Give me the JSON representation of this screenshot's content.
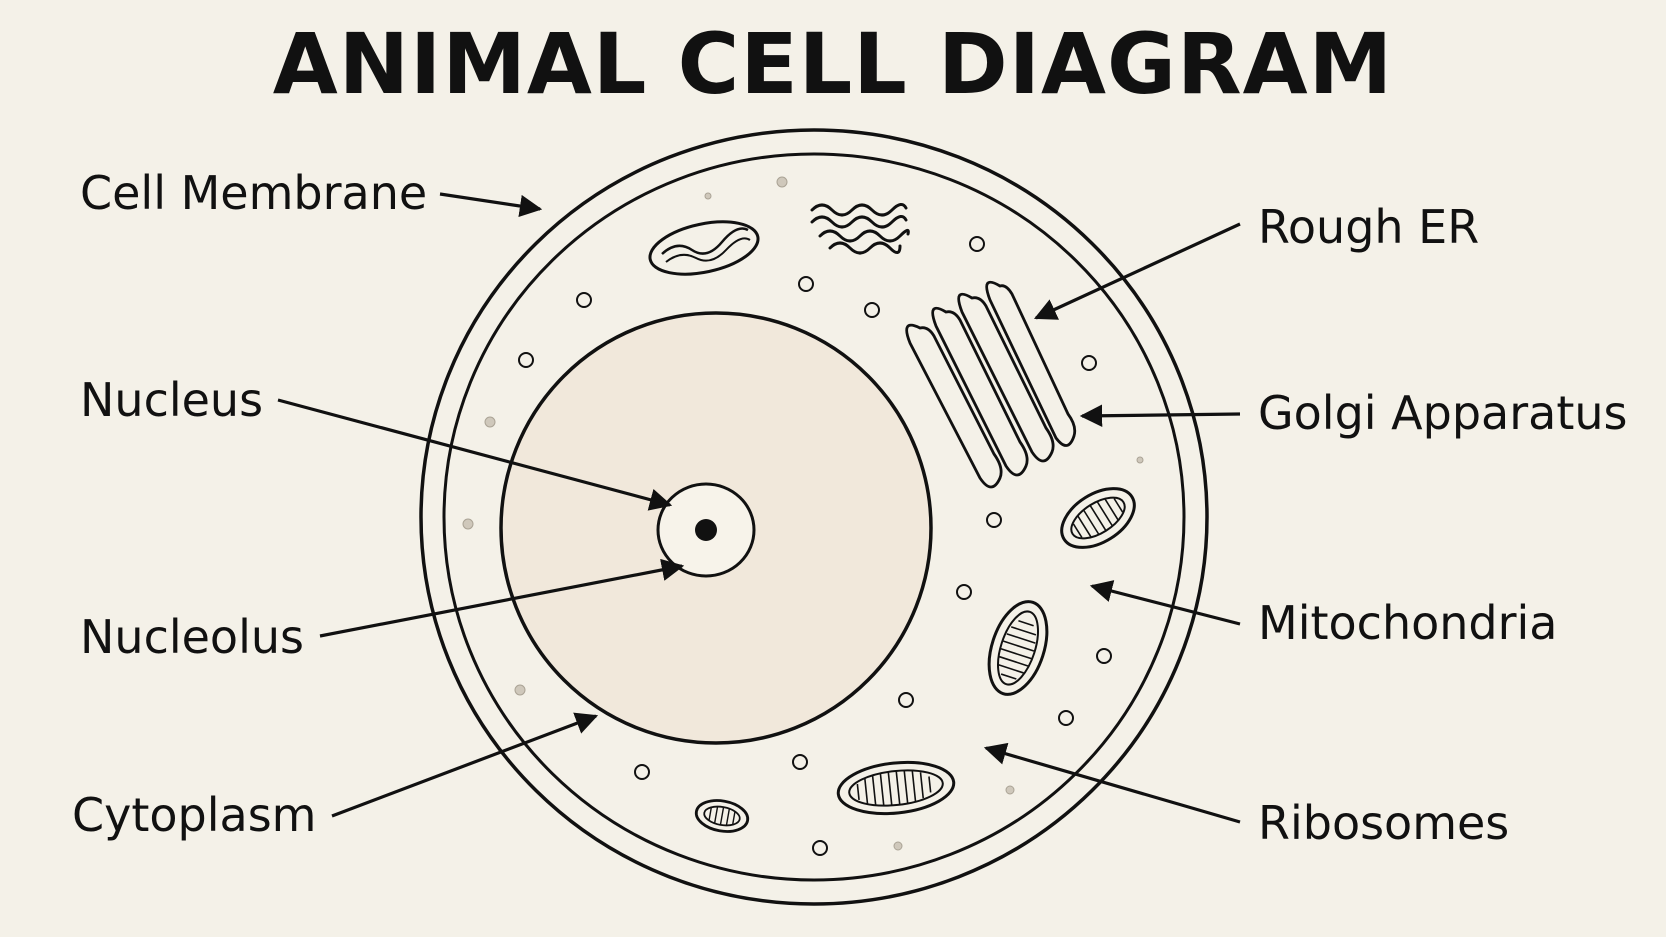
{
  "title": "ANIMAL CELL DIAGRAM",
  "labels": {
    "cell_membrane": "Cell Membrane",
    "nucleus": "Nucleus",
    "nucleolus": "Nucleolus",
    "cytoplasm": "Cytoplasm",
    "rough_er": "Rough ER",
    "golgi": "Golgi Apparatus",
    "mitochondria": "Mitochondria",
    "ribosomes": "Ribosomes"
  },
  "colors": {
    "background": "#f4f1e8",
    "cytoplasm": "#f4f1e8",
    "nucleus_fill": "#f1e8db",
    "ink": "#111111"
  }
}
